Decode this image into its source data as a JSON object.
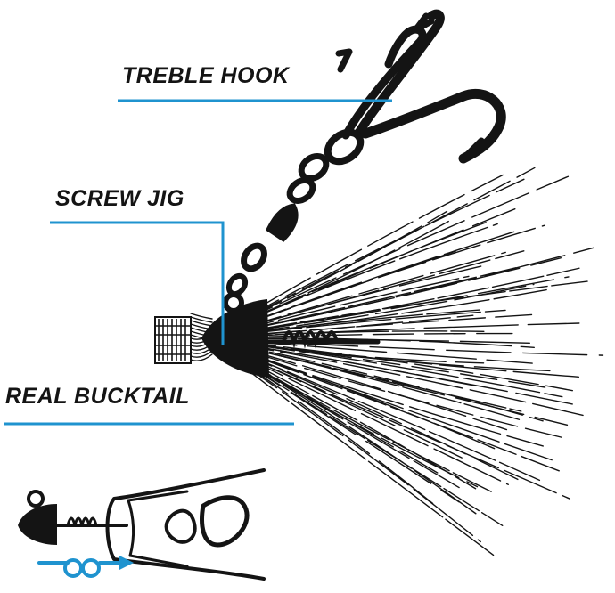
{
  "labels": {
    "treble_hook": "TREBLE HOOK",
    "screw_jig": "SCREW JIG",
    "real_bucktail": "REAL BUCKTAIL"
  },
  "colors": {
    "ink": "#141414",
    "accent": "#1f93cf"
  },
  "icons": {
    "hook": "treble-hook-icon",
    "jig": "jig-head-icon",
    "screw": "screw-coil-icon",
    "tail": "bucktail-icon",
    "bait": "soft-bait-icon",
    "arrow": "twist-arrow-icon"
  }
}
